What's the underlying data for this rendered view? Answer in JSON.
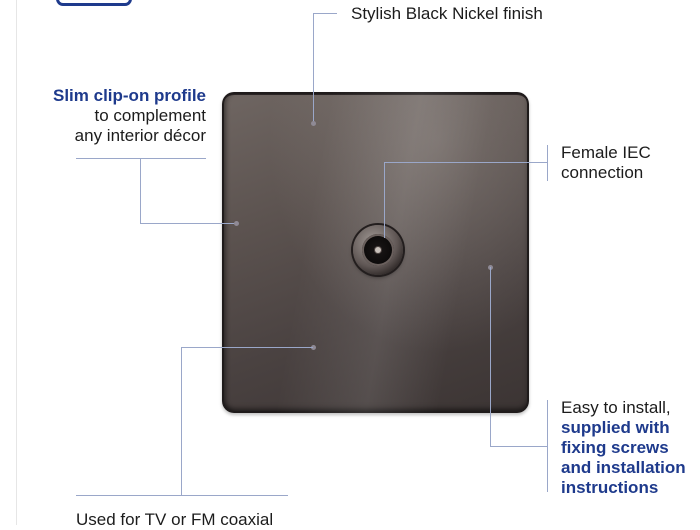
{
  "callouts": {
    "finish": "Stylish Black Nickel finish",
    "profile": {
      "highlight": "Slim clip-on profile",
      "line2": "to complement",
      "line3": "any interior décor"
    },
    "connection": {
      "line1": "Female IEC",
      "line2": "connection"
    },
    "install": {
      "line1": "Easy to install,",
      "line2": "supplied with",
      "line3": "fixing screws",
      "line4": "and installation",
      "line5": "instructions"
    },
    "usage": "Used for TV or FM coaxial"
  },
  "colors": {
    "accent": "#1e3a8c",
    "callout_line": "#9aa7c9",
    "plate": "#4f4644"
  },
  "icons": {
    "product": "single-coaxial-tv-socket",
    "logo": "brand-logo-fragment"
  }
}
